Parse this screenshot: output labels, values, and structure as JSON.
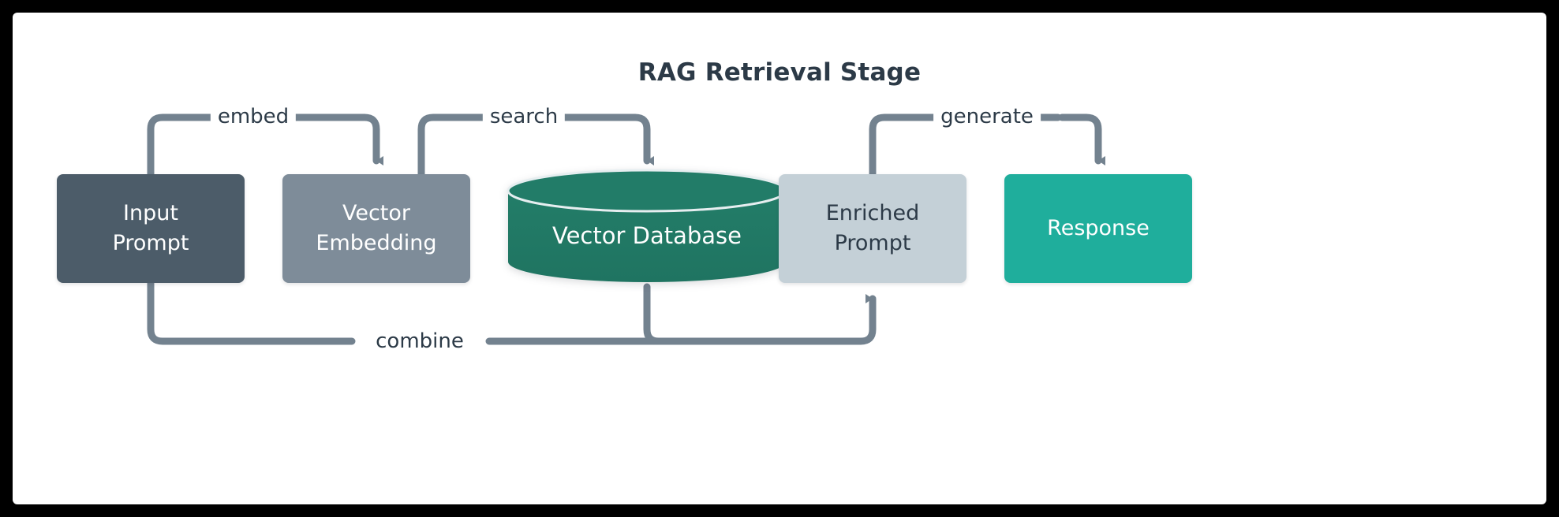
{
  "diagram": {
    "title": "RAG Retrieval Stage",
    "type": "flowchart",
    "border_color": "#000000",
    "canvas_color": "#ffffff",
    "title_color": "#2c3a47",
    "connector_color": "#73828f",
    "nodes": [
      {
        "id": "input-prompt",
        "shape": "rounded-rect",
        "line1": "Input",
        "line2": "Prompt",
        "fill": "#4c5c69",
        "text_color": "#ffffff"
      },
      {
        "id": "vector-embedding",
        "shape": "rounded-rect",
        "line1": "Vector",
        "line2": "Embedding",
        "fill": "#7e8c99",
        "text_color": "#ffffff"
      },
      {
        "id": "vector-database",
        "shape": "cylinder",
        "line1": "Vector Database",
        "fill": "#227c68",
        "text_color": "#ffffff"
      },
      {
        "id": "enriched-prompt",
        "shape": "rounded-rect",
        "line1": "Enriched",
        "line2": "Prompt",
        "fill": "#c4d0d7",
        "text_color": "#2c3a47"
      },
      {
        "id": "response",
        "shape": "rounded-rect",
        "line1": "Response",
        "fill": "#1fae9c",
        "text_color": "#ffffff"
      }
    ],
    "edges": [
      {
        "id": "embed",
        "label": "embed",
        "from": "input-prompt",
        "to": "vector-embedding",
        "direction": "top-over",
        "arrowhead": "down"
      },
      {
        "id": "search",
        "label": "search",
        "from": "vector-embedding",
        "to": "vector-database",
        "direction": "top-over",
        "arrowhead": "down"
      },
      {
        "id": "generate",
        "label": "generate",
        "from": "enriched-prompt",
        "to": "response",
        "direction": "top-over",
        "arrowhead": "down"
      },
      {
        "id": "combine",
        "label": "combine",
        "from": "input-prompt",
        "to": "enriched-prompt",
        "direction": "bottom-under",
        "arrowhead": "up",
        "joins": "vector-database"
      }
    ]
  }
}
